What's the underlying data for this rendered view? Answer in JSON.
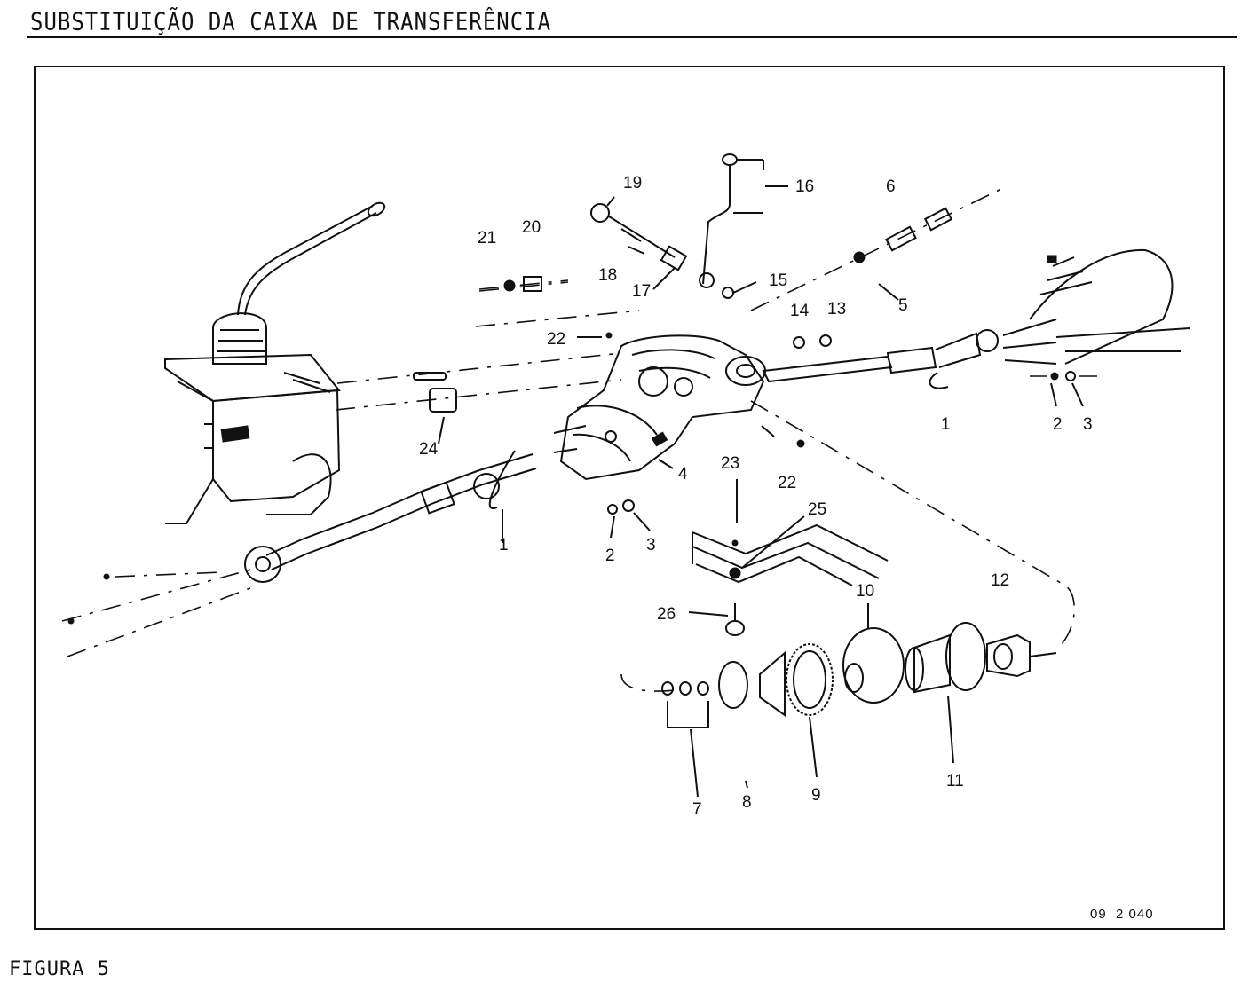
{
  "header": {
    "title": "SUBSTITUIÇÃO DA CAIXA DE TRANSFERÊNCIA"
  },
  "figure": {
    "code": "09  2 040",
    "caption": "FIGURA 5",
    "part_labels": [
      "1",
      "1",
      "2",
      "2",
      "3",
      "3",
      "4",
      "5",
      "6",
      "7",
      "8",
      "9",
      "10",
      "11",
      "12",
      "13",
      "14",
      "15",
      "16",
      "17",
      "18",
      "19",
      "20",
      "21",
      "22",
      "22",
      "23",
      "24",
      "25",
      "26"
    ]
  }
}
